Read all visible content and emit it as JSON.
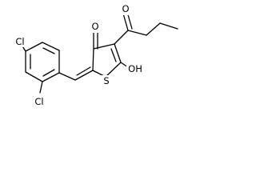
{
  "atom_labels": {
    "chloro_top": "Cl",
    "chloro_bottom": "Cl",
    "ketone_oxygen": "O",
    "acyl_oxygen": "O",
    "ring_sulfur": "S",
    "hydroxyl": "OH"
  },
  "colors": {
    "bond": "#000000",
    "label": "#000000",
    "background": "#ffffff"
  }
}
